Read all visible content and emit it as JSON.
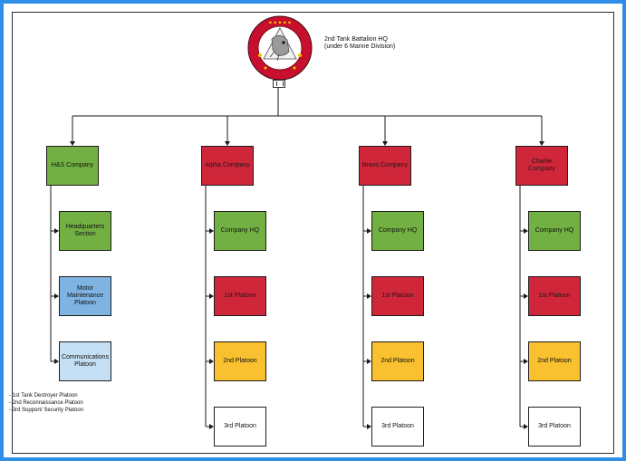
{
  "diagram": {
    "root": {
      "label_line1": "2nd Tank Battalion HQ",
      "label_line2": "(under 6 Marine Division)",
      "logo_icon": "battalion-insignia",
      "logo_colors": {
        "outer": "#c8102e",
        "inner": "#ffffff",
        "text": "#f5c400"
      }
    },
    "companies": [
      {
        "name": "H&S Company",
        "color": "green",
        "units": [
          {
            "name": "Headquarters Section",
            "color": "green"
          },
          {
            "name": "Motor Maintenance Platoon",
            "color": "blue"
          },
          {
            "name": "Communications Platoon",
            "color": "lightblue"
          }
        ]
      },
      {
        "name": "Alpha Company",
        "color": "red",
        "units": [
          {
            "name": "Company HQ",
            "color": "green"
          },
          {
            "name": "1st Platoon",
            "color": "red"
          },
          {
            "name": "2nd Platoon",
            "color": "yellow"
          },
          {
            "name": "3rd Platoon",
            "color": "white"
          }
        ]
      },
      {
        "name": "Bravo Company",
        "color": "red",
        "units": [
          {
            "name": "Company HQ",
            "color": "green"
          },
          {
            "name": "1st Platoon",
            "color": "red"
          },
          {
            "name": "2nd Platoon",
            "color": "yellow"
          },
          {
            "name": "3rd Platoon",
            "color": "white"
          }
        ]
      },
      {
        "name": "Charlie Company",
        "color": "red",
        "units": [
          {
            "name": "Company HQ",
            "color": "green"
          },
          {
            "name": "1st Platoon",
            "color": "red"
          },
          {
            "name": "2nd Platoon",
            "color": "yellow"
          },
          {
            "name": "3rd Platoon",
            "color": "white"
          }
        ]
      }
    ],
    "notes": [
      "- 1st Tank Destroyer Platoon",
      "- 2nd Reconnaissance Platoon",
      "- 3rd Support/ Security Platoon"
    ]
  }
}
